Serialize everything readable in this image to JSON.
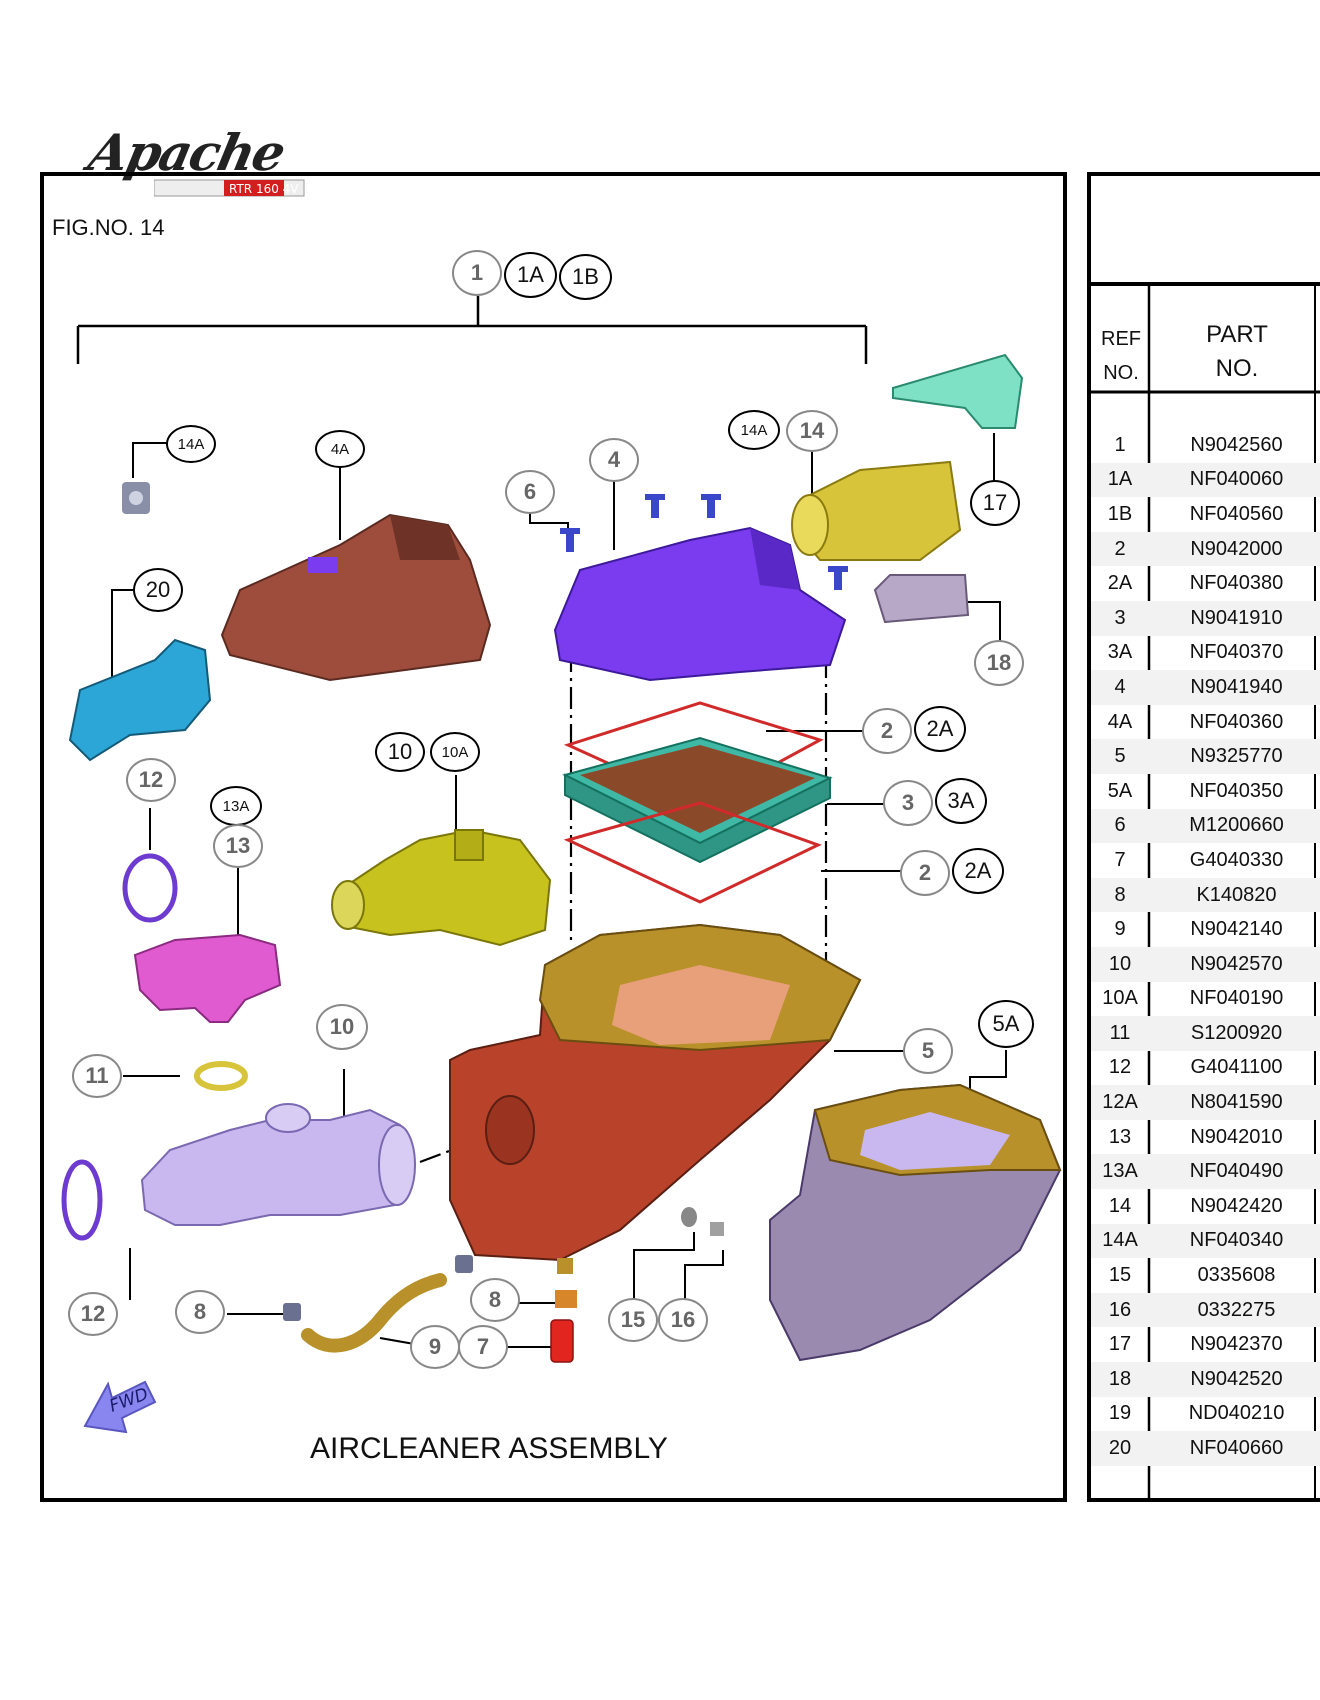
{
  "header": {
    "logo_brand": "Apache",
    "logo_model": "RTR 160 4V",
    "fig_no": "FIG.NO. 14"
  },
  "figure": {
    "title": "AIRCLEANER ASSEMBLY",
    "fwd_label": "FWD",
    "callouts": {
      "c1": "1",
      "c1a": "1A",
      "c1b": "1B",
      "c2a_top": "2",
      "c2a_top_b": "2A",
      "c3": "3",
      "c3a": "3A",
      "c2_bot": "2",
      "c2a_bot": "2A",
      "c4": "4",
      "c4a": "4A",
      "c5": "5",
      "c5a": "5A",
      "c6": "6",
      "c7": "7",
      "c8a": "8",
      "c8b": "8",
      "c9": "9",
      "c10a": "10",
      "c10b": "10A",
      "c10c": "10",
      "c11": "11",
      "c12a": "12",
      "c12b": "12",
      "c13": "13",
      "c13a": "13A",
      "c14": "14",
      "c14a1": "14A",
      "c14a2": "14A",
      "c15": "15",
      "c16": "16",
      "c17": "17",
      "c18": "18",
      "c20": "20"
    },
    "colors": {
      "cover_brown": "#9e4d3c",
      "cover_purple": "#7b3cf0",
      "gasket_red": "#d02a2a",
      "filter_teal": "#3fb9a6",
      "housing_orange": "#b8422a",
      "housing_gold": "#b8912a",
      "resonator_yellow": "#c8c21e",
      "hose_lavender": "#c8b8ef",
      "boot_pink": "#e05bd0",
      "bracket_blue": "#2ca6d6",
      "bracket_mint": "#7ee0c4",
      "fwd_arrow": "#8a86f0"
    }
  },
  "table": {
    "ref_header_line1": "REF",
    "ref_header_line2": "NO.",
    "part_header_line1": "PART",
    "part_header_line2": "NO.",
    "rows": [
      {
        "ref": "1",
        "part": "N9042560"
      },
      {
        "ref": "1A",
        "part": "NF040060"
      },
      {
        "ref": "1B",
        "part": "NF040560"
      },
      {
        "ref": "2",
        "part": "N9042000"
      },
      {
        "ref": "2A",
        "part": "NF040380"
      },
      {
        "ref": "3",
        "part": "N9041910"
      },
      {
        "ref": "3A",
        "part": "NF040370"
      },
      {
        "ref": "4",
        "part": "N9041940"
      },
      {
        "ref": "4A",
        "part": "NF040360"
      },
      {
        "ref": "5",
        "part": "N9325770"
      },
      {
        "ref": "5A",
        "part": "NF040350"
      },
      {
        "ref": "6",
        "part": "M1200660"
      },
      {
        "ref": "7",
        "part": "G4040330"
      },
      {
        "ref": "8",
        "part": "K140820"
      },
      {
        "ref": "9",
        "part": "N9042140"
      },
      {
        "ref": "10",
        "part": "N9042570"
      },
      {
        "ref": "10A",
        "part": "NF040190"
      },
      {
        "ref": "11",
        "part": "S1200920"
      },
      {
        "ref": "12",
        "part": "G4041100"
      },
      {
        "ref": "12A",
        "part": "N8041590"
      },
      {
        "ref": "13",
        "part": "N9042010"
      },
      {
        "ref": "13A",
        "part": "NF040490"
      },
      {
        "ref": "14",
        "part": "N9042420"
      },
      {
        "ref": "14A",
        "part": "NF040340"
      },
      {
        "ref": "15",
        "part": "0335608"
      },
      {
        "ref": "16",
        "part": "0332275"
      },
      {
        "ref": "17",
        "part": "N9042370"
      },
      {
        "ref": "18",
        "part": "N9042520"
      },
      {
        "ref": "19",
        "part": "ND040210"
      },
      {
        "ref": "20",
        "part": "NF040660"
      }
    ]
  }
}
